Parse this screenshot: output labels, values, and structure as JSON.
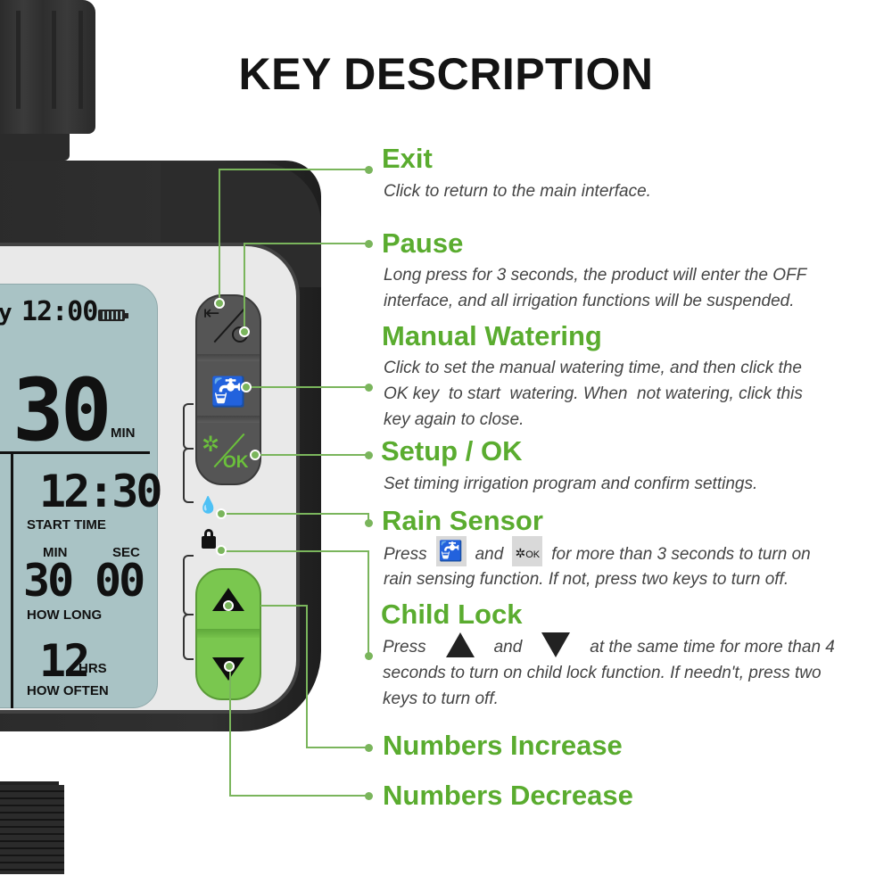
{
  "title": "KEY DESCRIPTION",
  "colors": {
    "accent_green": "#5aac2f",
    "leader_line": "#7ab55c",
    "device_body": "#2c2c2c",
    "lcd_background": "#a9c3c5",
    "button_panel_dark": "#555555",
    "button_panel_green": "#7ac74f"
  },
  "device": {
    "lcd": {
      "day_fragment": "y",
      "clock": "12:00",
      "battery": "battery-full-icon",
      "duration_value": "30",
      "duration_unit": "MIN",
      "start_time_value": "12:30",
      "start_time_label": "START TIME",
      "how_long_min_label": "MIN",
      "how_long_sec_label": "SEC",
      "how_long_min_value": "30",
      "how_long_sec_value": "00",
      "how_long_label": "HOW LONG",
      "how_often_value": "12",
      "how_often_unit": "HRS",
      "how_often_label": "HOW OFTEN"
    },
    "buttons": {
      "exit_glyph": "⇤",
      "manual_glyph": "🚰",
      "setup_gear_glyph": "✲",
      "setup_ok_text": "OK",
      "rain_glyph": "💧",
      "up_glyph": "triangle-up",
      "down_glyph": "triangle-down"
    }
  },
  "keys": [
    {
      "heading": "Exit",
      "description": [
        "Click to return to the main interface."
      ]
    },
    {
      "heading": "Pause",
      "description": [
        "Long press for 3 seconds, the product will enter the OFF",
        "interface, and all irrigation functions will be suspended."
      ]
    },
    {
      "heading": "Manual Watering",
      "description": [
        "Click to set the manual watering time, and then click the",
        "OK key  to start  watering. When  not watering, click this",
        "key again to close."
      ]
    },
    {
      "heading": "Setup / OK",
      "description": [
        "Set timing irrigation program and confirm settings."
      ]
    },
    {
      "heading": "Rain Sensor",
      "description_parts": {
        "press": "Press",
        "and": "and",
        "rest_line1": "for more than 3 seconds to turn on",
        "line2": "rain sensing function. If not, press two keys to turn off."
      },
      "inline_icons": [
        "tap-icon",
        "gear-ok-icon"
      ],
      "inline_ok_text": "OK",
      "inline_tap_glyph": "🚰",
      "inline_gear_glyph": "✲"
    },
    {
      "heading": "Child Lock",
      "description_parts": {
        "press": "Press",
        "and": "and",
        "rest_line1": "at the same time for more than 4",
        "line2": "seconds to turn on child lock function. If needn't, press two",
        "line3": "keys to turn off."
      },
      "inline_icons": [
        "triangle-up-icon",
        "triangle-down-icon"
      ]
    },
    {
      "heading": "Numbers Increase"
    },
    {
      "heading": "Numbers Decrease"
    }
  ]
}
